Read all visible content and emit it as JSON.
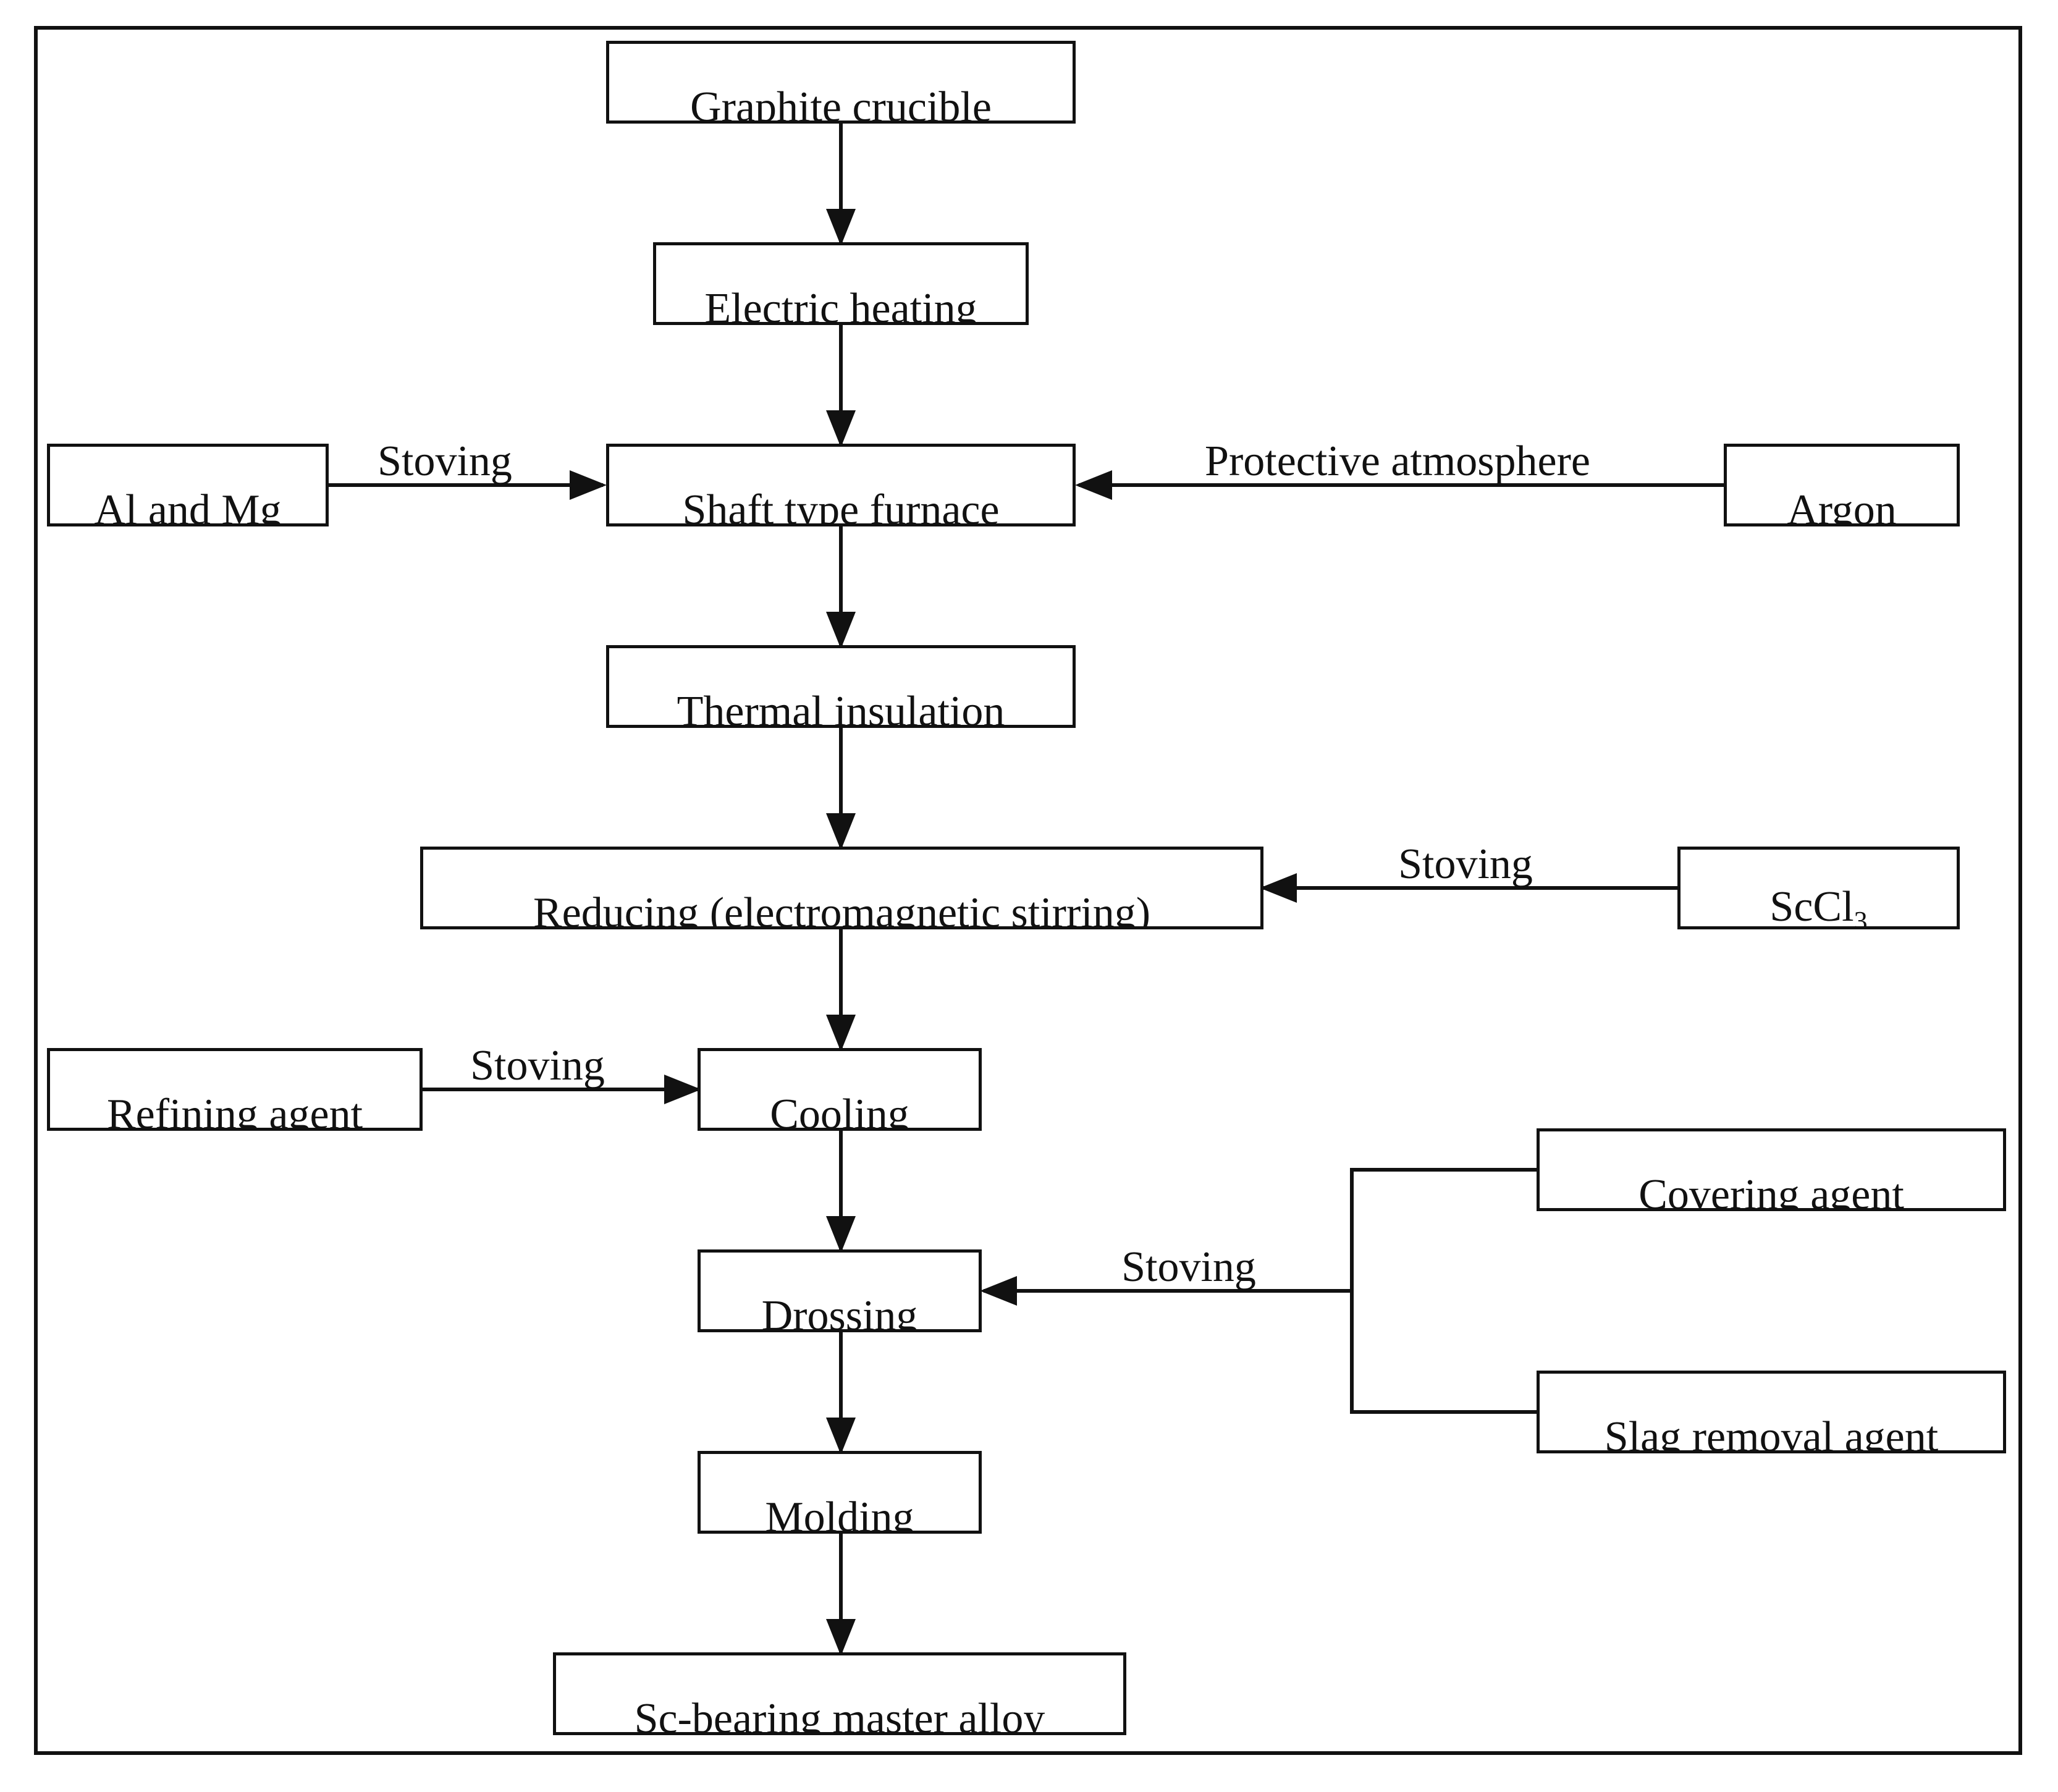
{
  "nodes": {
    "graphite_crucible": "Graphite crucible",
    "electric_heating": "Electric heating",
    "al_and_mg": "Al and Mg",
    "shaft_type_furnace": "Shaft type furnace",
    "argon": "Argon",
    "thermal_insulation": "Thermal insulation",
    "reducing": "Reducing (electromagnetic stirring)",
    "sccl3": "ScCl",
    "sccl3_subscript": "3",
    "refining_agent": "Refining agent",
    "cooling": "Cooling",
    "covering_agent": "Covering agent",
    "drossing": "Drossing",
    "slag_removal_agent": "Slag removal agent",
    "molding": "Molding",
    "sc_bearing_master_alloy": "Sc-bearing master alloy"
  },
  "edge_labels": {
    "al_mg_to_furnace": "Stoving",
    "argon_to_furnace": "Protective atmosphere",
    "sccl3_to_reducing": "Stoving",
    "refining_to_cooling": "Stoving",
    "agents_to_drossing": "Stoving"
  }
}
